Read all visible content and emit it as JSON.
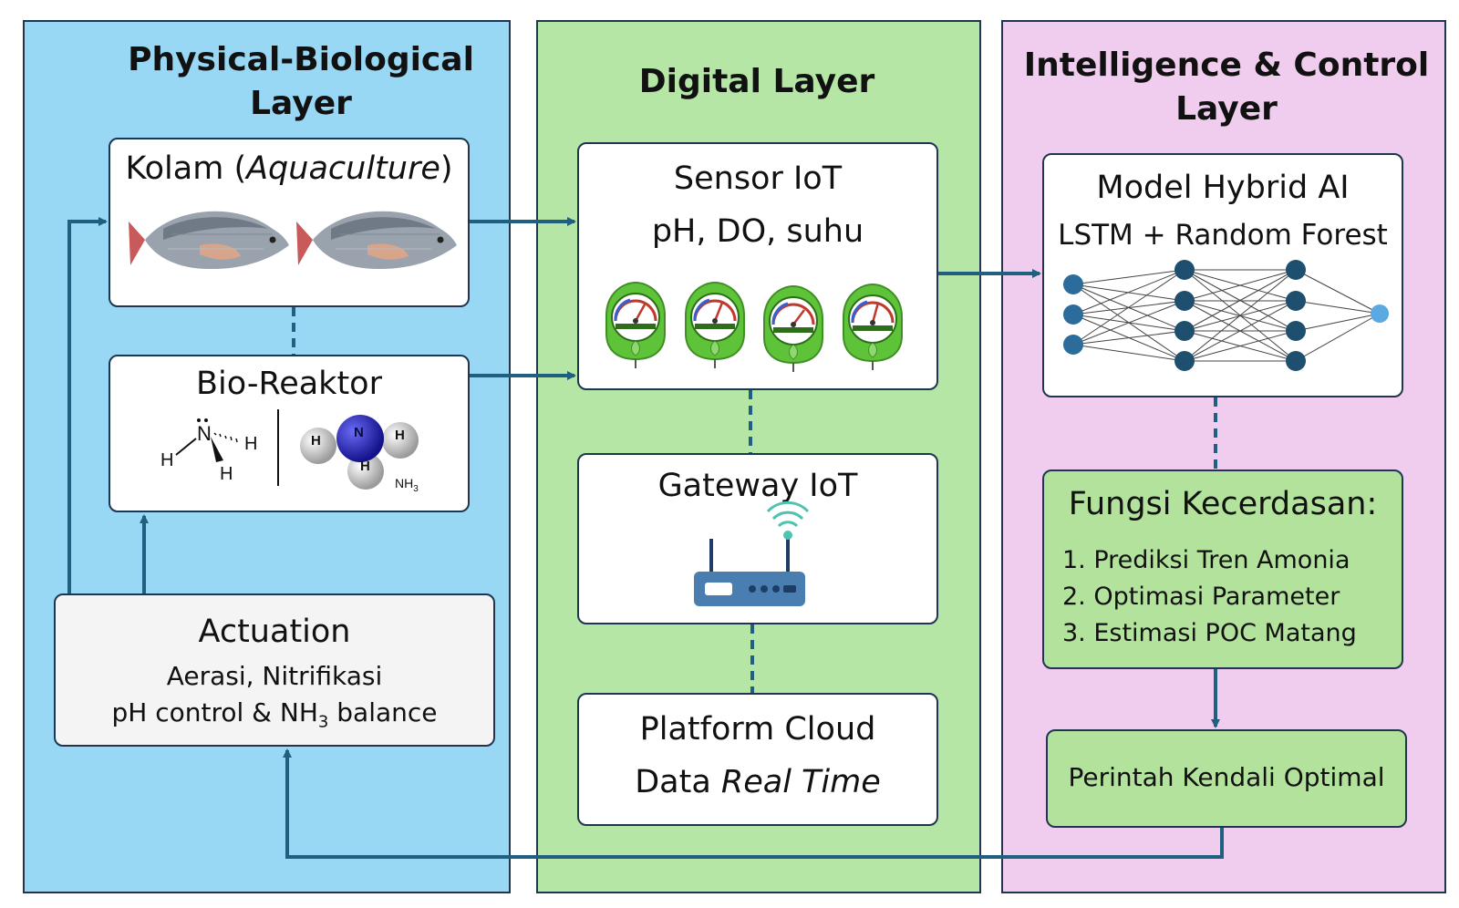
{
  "colors": {
    "physical_bg": "#98d8f5",
    "digital_bg": "#b6e6a6",
    "intel_bg": "#f0cdee",
    "box_green": "#b2e29c",
    "line": "#1f5f80",
    "node": "#1f5f80"
  },
  "layers": {
    "physical": {
      "line1": "Physical-Biological",
      "line2": "Layer"
    },
    "digital": {
      "title": "Digital Layer"
    },
    "intel": {
      "line1": "Intelligence & Control",
      "line2": "Layer"
    }
  },
  "kolam": {
    "title_pre": "Kolam (",
    "title_ital": "Aquaculture",
    "title_post": ")"
  },
  "bio": {
    "title": "Bio-Reaktor",
    "atom_n": "N",
    "atom_h": "H",
    "nh3_label": "NH",
    "nh3_sub": "3"
  },
  "actuation": {
    "title": "Actuation",
    "line1": "Aerasi, Nitrifikasi",
    "line2_pre": "pH control & NH",
    "line2_sub": "3",
    "line2_post": " balance"
  },
  "sensor": {
    "title": "Sensor IoT",
    "subtitle": "pH,  DO, suhu"
  },
  "gateway": {
    "title": "Gateway IoT"
  },
  "cloud": {
    "line1": "Platform Cloud",
    "line2_pre": "Data ",
    "line2_ital": "Real Time"
  },
  "model": {
    "title": "Model Hybrid AI",
    "subtitle": "LSTM + Random Forest"
  },
  "fungsi": {
    "title": "Fungsi Kecerdasan:",
    "items": [
      "1. Prediksi Tren Amonia",
      "2. Optimasi Parameter",
      "3. Estimasi POC Matang"
    ]
  },
  "perintah": {
    "label": "Perintah Kendali Optimal"
  },
  "icons": [
    "fish-icon",
    "ammonia-molecule-icon",
    "gauge-icon",
    "router-icon",
    "neural-network-icon"
  ]
}
